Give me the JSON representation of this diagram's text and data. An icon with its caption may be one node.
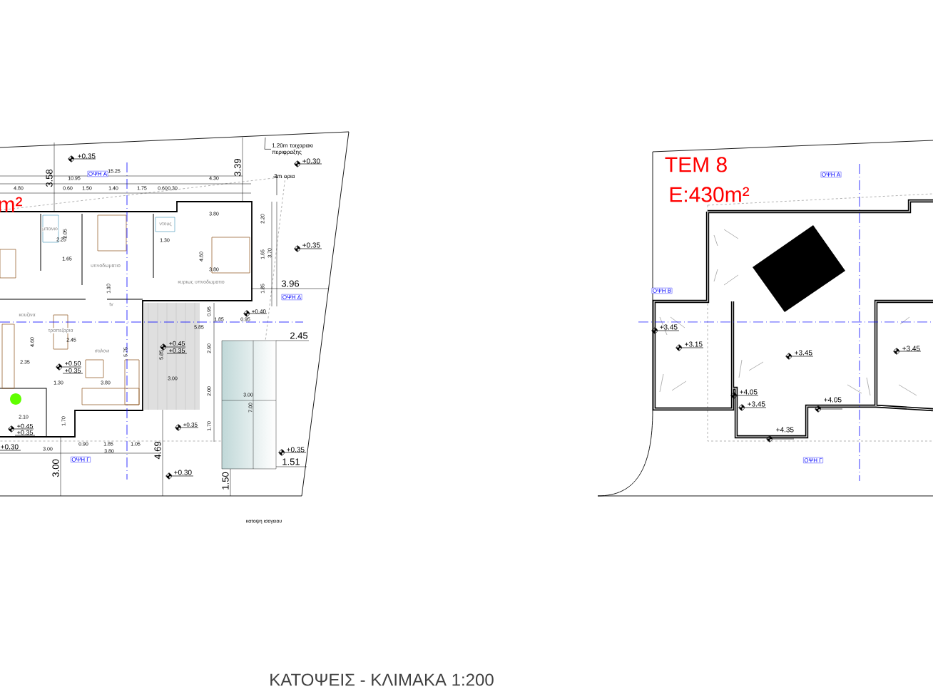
{
  "diagram": {
    "title": "ΚΑΤΟΨΕΙΣ - ΚΛΙΜΑΚΑ 1:200",
    "nodes": [
      {
        "text": [
          "1.20m τοιχαρακι περιφραξης"
        ]
      },
      {
        "text": [
          "3m ορια"
        ]
      }
    ],
    "edges": [
      {
        "from": 0,
        "to": null,
        "arrow": "none"
      },
      {
        "from": 1,
        "to": null,
        "arrow": "none"
      }
    ],
    "labels": [
      "m²",
      "ΤΕΜ 8",
      "E:430m²",
      "+0.35",
      "+0.30",
      "+0.35",
      "+0.40",
      "+0.45",
      "+0.35",
      "+0.50",
      "+0.35",
      "+0.45",
      "+0.35",
      "+0.30",
      "+0.35",
      "+0.30",
      "+0.35",
      "+3.45",
      "+3.15",
      "+3.45",
      "+3.45",
      "+4.05",
      "+3.45",
      "+4.05",
      "+4.35",
      "3.58",
      "3.39",
      "3.96",
      "2.45",
      "4.69",
      "3.00",
      "1.50",
      "1.51",
      "15.25",
      "10.95",
      "4.80",
      "0.60",
      "1.50",
      "1.40",
      "1.75",
      "0.60",
      "0.30",
      "4.30",
      "3.80",
      "2.20",
      "1.65",
      "3.70",
      "1.85",
      "4.60",
      "3.80",
      "2.05",
      "2.25",
      "1.65",
      "1.30",
      "1.10",
      "2.45",
      "4.60",
      "5.75",
      "2.35",
      "1.30",
      "3.80",
      "3.00",
      "5.85",
      "2.90",
      "2.00",
      "1.70",
      "3.00",
      "7.00",
      "0.95",
      "1.85",
      "0.95",
      "5.85",
      "1.70",
      "2.10",
      "3.00",
      "0.90",
      "1.85",
      "1.05",
      "3.80",
      "μπανιο",
      "υπνοδωματιο",
      "ντους",
      "κυριως υπνοδωματιο",
      "κουζινα",
      "τραπεζαρια",
      "σαλονι",
      "tv",
      "κατοψη ισογειου",
      "ΟΨΗ Α",
      "ΟΨΗ Δ",
      "ΟΨΗ Γ",
      "ΟΨΗ Α",
      "ΟΨΗ Β",
      "ΟΨΗ Γ"
    ]
  }
}
